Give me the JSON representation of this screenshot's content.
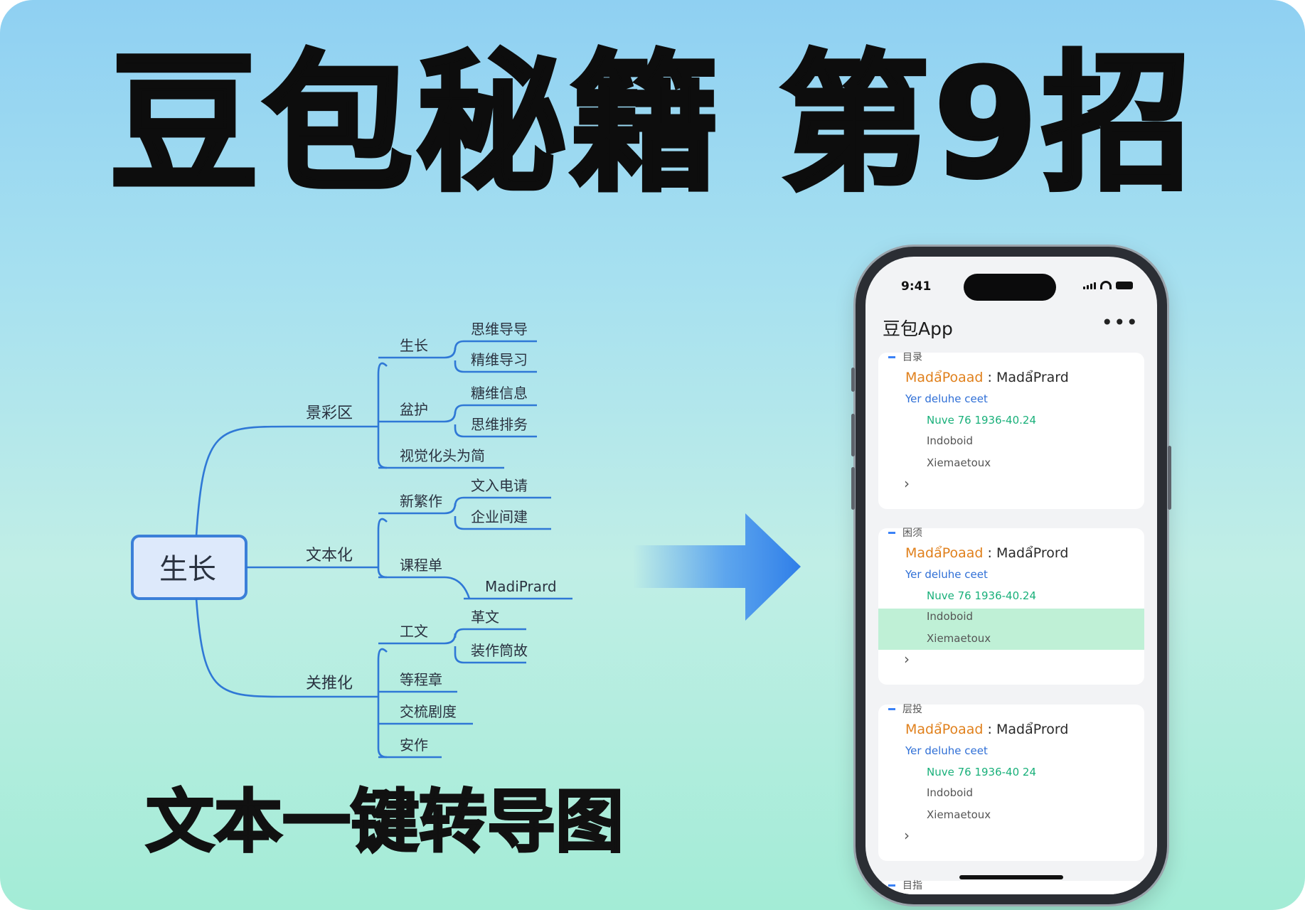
{
  "headline": "豆包秘籍 第9招",
  "subline": "文本一键转导图",
  "mindmap": {
    "root": "生长",
    "branches": [
      {
        "label": "景彩区",
        "subs": [
          {
            "label": "生长",
            "leaves": [
              "思维导导",
              "精维导习"
            ]
          },
          {
            "label": "盆护",
            "leaves": [
              "糖维信息",
              "思维排务"
            ]
          },
          {
            "label": "视觉化头为简",
            "leaves": []
          }
        ]
      },
      {
        "label": "文本化",
        "subs": [
          {
            "label": "新繁作",
            "leaves": [
              "文入电请",
              "企业间建"
            ]
          },
          {
            "label": "课程单",
            "leaves": [
              "MadiPrard"
            ]
          }
        ]
      },
      {
        "label": "关推化",
        "subs": [
          {
            "label": "工文",
            "leaves": [
              "革文",
              "装作筒故"
            ]
          },
          {
            "label": "等程章",
            "leaves": []
          },
          {
            "label": "交梳剧度",
            "leaves": []
          },
          {
            "label": "安作",
            "leaves": []
          }
        ]
      }
    ]
  },
  "phone": {
    "status_time": "9:41",
    "app_title": "豆包App",
    "more_label": "•••",
    "cards": [
      {
        "head": "目录",
        "title_a": "MadẩPoaad",
        "sep": " : ",
        "title_b": "MadẩPrard",
        "sub": "Yer deluhe ceet",
        "note": "Nuve 76 1936-40.24",
        "meta1": "Indoboid",
        "meta2": "Xiemaetoux",
        "chevron": "›",
        "highlighted": false
      },
      {
        "head": "困须",
        "title_a": "MadẩPoaad",
        "sep": " : ",
        "title_b": "MadẩPrord",
        "sub": "Yer deluhe ceet",
        "note": "Nuve 76 1936-40.24",
        "meta1": "Indoboid",
        "meta2": "Xiemaetoux",
        "chevron": "›",
        "highlighted": true
      },
      {
        "head": "层投",
        "title_a": "MadẩPoaad",
        "sep": " : ",
        "title_b": "MadẩPrord",
        "sub": "Yer deluhe ceet",
        "note": "Nuve 76 1936-40 24",
        "meta1": "Indoboid",
        "meta2": "Xiemaetoux",
        "chevron": "›",
        "highlighted": false
      },
      {
        "head": "目指",
        "title_a": "MadẩPoaad",
        "sep": "",
        "title_b": "",
        "sub": "",
        "note": "",
        "meta1": "",
        "meta2": "",
        "chevron": "",
        "highlighted": false
      }
    ]
  },
  "colors": {
    "branch_line": "#2f78d6",
    "root_fill": "#dde9fb",
    "root_stroke": "#3b7fd8",
    "arrow": "#3c8df0"
  },
  "icons": {
    "arrow": "right-arrow-icon",
    "more": "more-dots-icon",
    "chevron": "chevron-right-icon",
    "signal": "signal-icon",
    "wifi": "wifi-icon",
    "battery": "battery-icon"
  }
}
